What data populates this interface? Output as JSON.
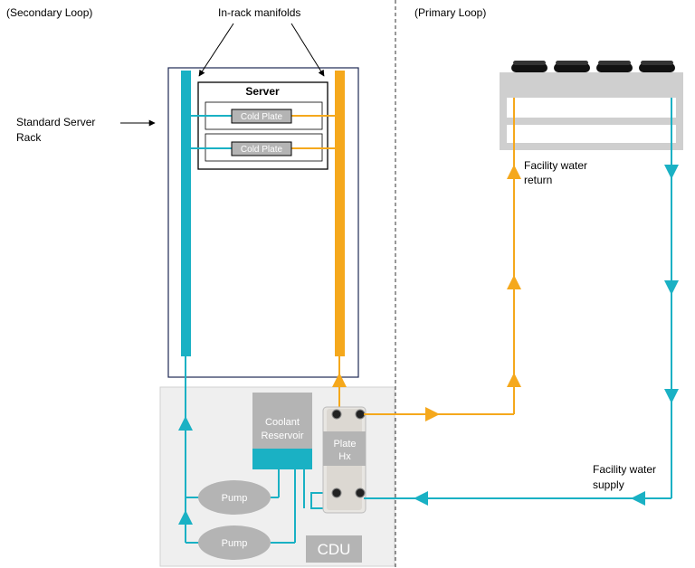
{
  "labels": {
    "secondary_loop": "(Secondary Loop)",
    "primary_loop": "(Primary Loop)",
    "in_rack_manifolds": "In-rack manifolds",
    "standard_server_rack_line1": "Standard Server",
    "standard_server_rack_line2": "Rack",
    "server": "Server",
    "cold_plate_1": "Cold Plate",
    "cold_plate_2": "Cold Plate",
    "coolant_reservoir_line1": "Coolant",
    "coolant_reservoir_line2": "Reservoir",
    "plate_hx_line1": "Plate",
    "plate_hx_line2": "Hx",
    "pump_1": "Pump",
    "pump_2": "Pump",
    "cdu": "CDU",
    "facility_water_return_line1": "Facility water",
    "facility_water_return_line2": "return",
    "facility_water_supply_line1": "Facility water",
    "facility_water_supply_line2": "supply"
  },
  "colors": {
    "cold_loop": "#1ab1c4",
    "hot_loop": "#f5a81c",
    "rack_border": "#1f2a55",
    "cdu_bg": "#efefef",
    "component_gray": "#b4b4b4",
    "cooler_gray": "#cfcfcf",
    "fan": "#111111"
  }
}
